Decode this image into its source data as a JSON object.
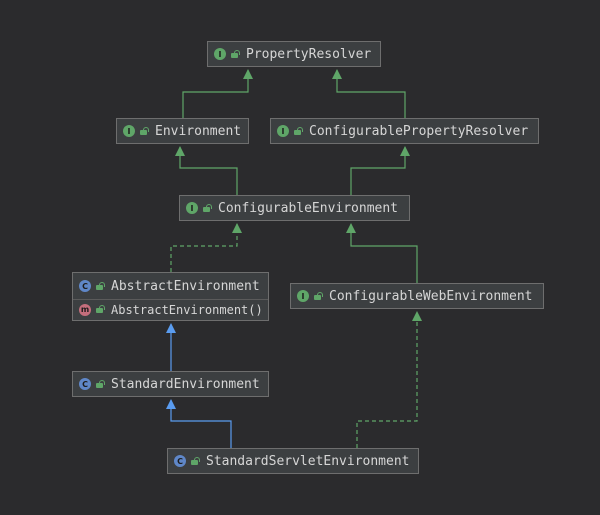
{
  "diagram": {
    "nodes": [
      {
        "id": "property-resolver",
        "kind": "interface",
        "kind_letter": "I",
        "name": "PropertyResolver"
      },
      {
        "id": "environment",
        "kind": "interface",
        "kind_letter": "I",
        "name": "Environment"
      },
      {
        "id": "configurable-property-resolver",
        "kind": "interface",
        "kind_letter": "I",
        "name": "ConfigurablePropertyResolver"
      },
      {
        "id": "configurable-environment",
        "kind": "interface",
        "kind_letter": "I",
        "name": "ConfigurableEnvironment"
      },
      {
        "id": "abstract-environment",
        "kind": "class",
        "kind_letter": "C",
        "name": "AbstractEnvironment",
        "members": [
          {
            "kind_letter": "m",
            "name": "AbstractEnvironment()"
          }
        ]
      },
      {
        "id": "configurable-web-environment",
        "kind": "interface",
        "kind_letter": "I",
        "name": "ConfigurableWebEnvironment"
      },
      {
        "id": "standard-environment",
        "kind": "class",
        "kind_letter": "C",
        "name": "StandardEnvironment"
      },
      {
        "id": "standard-servlet-environment",
        "kind": "class",
        "kind_letter": "C",
        "name": "StandardServletEnvironment"
      }
    ],
    "edges": [
      {
        "from": "environment",
        "to": "property-resolver",
        "type": "extends-interface"
      },
      {
        "from": "configurable-property-resolver",
        "to": "property-resolver",
        "type": "extends-interface"
      },
      {
        "from": "configurable-environment",
        "to": "environment",
        "type": "extends-interface"
      },
      {
        "from": "configurable-environment",
        "to": "configurable-property-resolver",
        "type": "extends-interface"
      },
      {
        "from": "abstract-environment",
        "to": "configurable-environment",
        "type": "implements"
      },
      {
        "from": "configurable-web-environment",
        "to": "configurable-environment",
        "type": "extends-interface"
      },
      {
        "from": "standard-environment",
        "to": "abstract-environment",
        "type": "extends-class"
      },
      {
        "from": "standard-servlet-environment",
        "to": "standard-environment",
        "type": "extends-class"
      },
      {
        "from": "standard-servlet-environment",
        "to": "configurable-web-environment",
        "type": "implements"
      }
    ],
    "colors": {
      "background": "#2b2b2d",
      "interface_edge": "#5fa668",
      "class_edge": "#5a9cf0"
    }
  }
}
